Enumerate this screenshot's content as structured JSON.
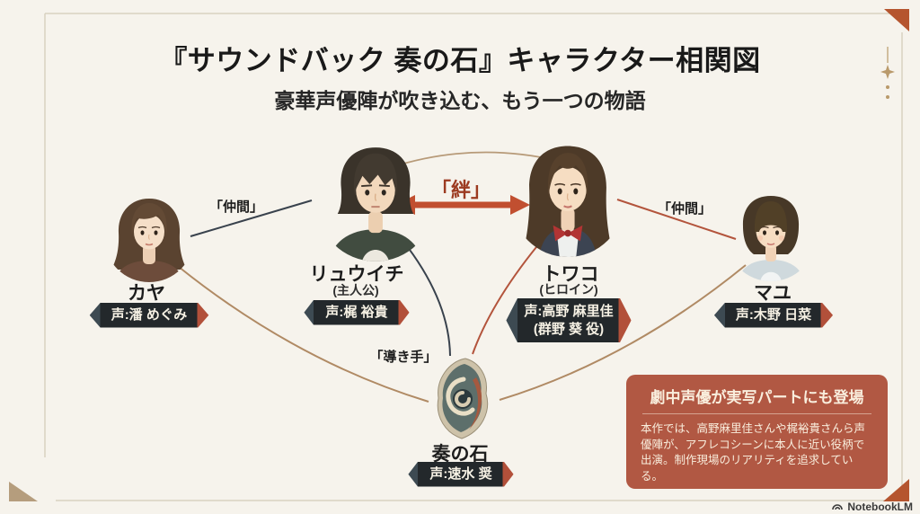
{
  "header": {
    "title": "『サウンドバック 奏の石』キャラクター相関図",
    "subtitle": "豪華声優陣が吹き込む、もう一つの物語"
  },
  "characters": {
    "kaya": {
      "name": "カヤ",
      "voice": "声:潘 めぐみ"
    },
    "ryuichi": {
      "name": "リュウイチ",
      "role": "(主人公)",
      "voice": "声:梶 裕貴"
    },
    "towako": {
      "name": "トワコ",
      "role": "(ヒロイン)",
      "voice": "声:高野 麻里佳",
      "voice_role": "(群野 葵 役)"
    },
    "mayu": {
      "name": "マユ",
      "voice": "声:木野 日菜"
    },
    "stone": {
      "name": "奏の石",
      "voice": "声:速水 奨"
    }
  },
  "relations": {
    "bond": "「絆」",
    "ally_left": "「仲間」",
    "ally_right": "「仲間」",
    "guide": "「導き手」"
  },
  "info_box": {
    "title": "劇中声優が実写パートにも登場",
    "body": "本作では、高野麻里佳さんや梶裕貴さんら声優陣が、アフレコシーンに本人に近い役柄で出演。制作現場のリアリティを追求している。"
  },
  "footer": {
    "brand": "NotebookLM"
  },
  "colors": {
    "background": "#f6f3ec",
    "accent_red": "#c14f30",
    "badge_dark": "#23282b",
    "badge_tip_red": "#b2503a",
    "info_box_bg": "#b15843",
    "line_dark": "#39424d",
    "line_red": "#b3543c",
    "line_tan": "#b08a64",
    "corner_tan": "#b59d7d"
  }
}
